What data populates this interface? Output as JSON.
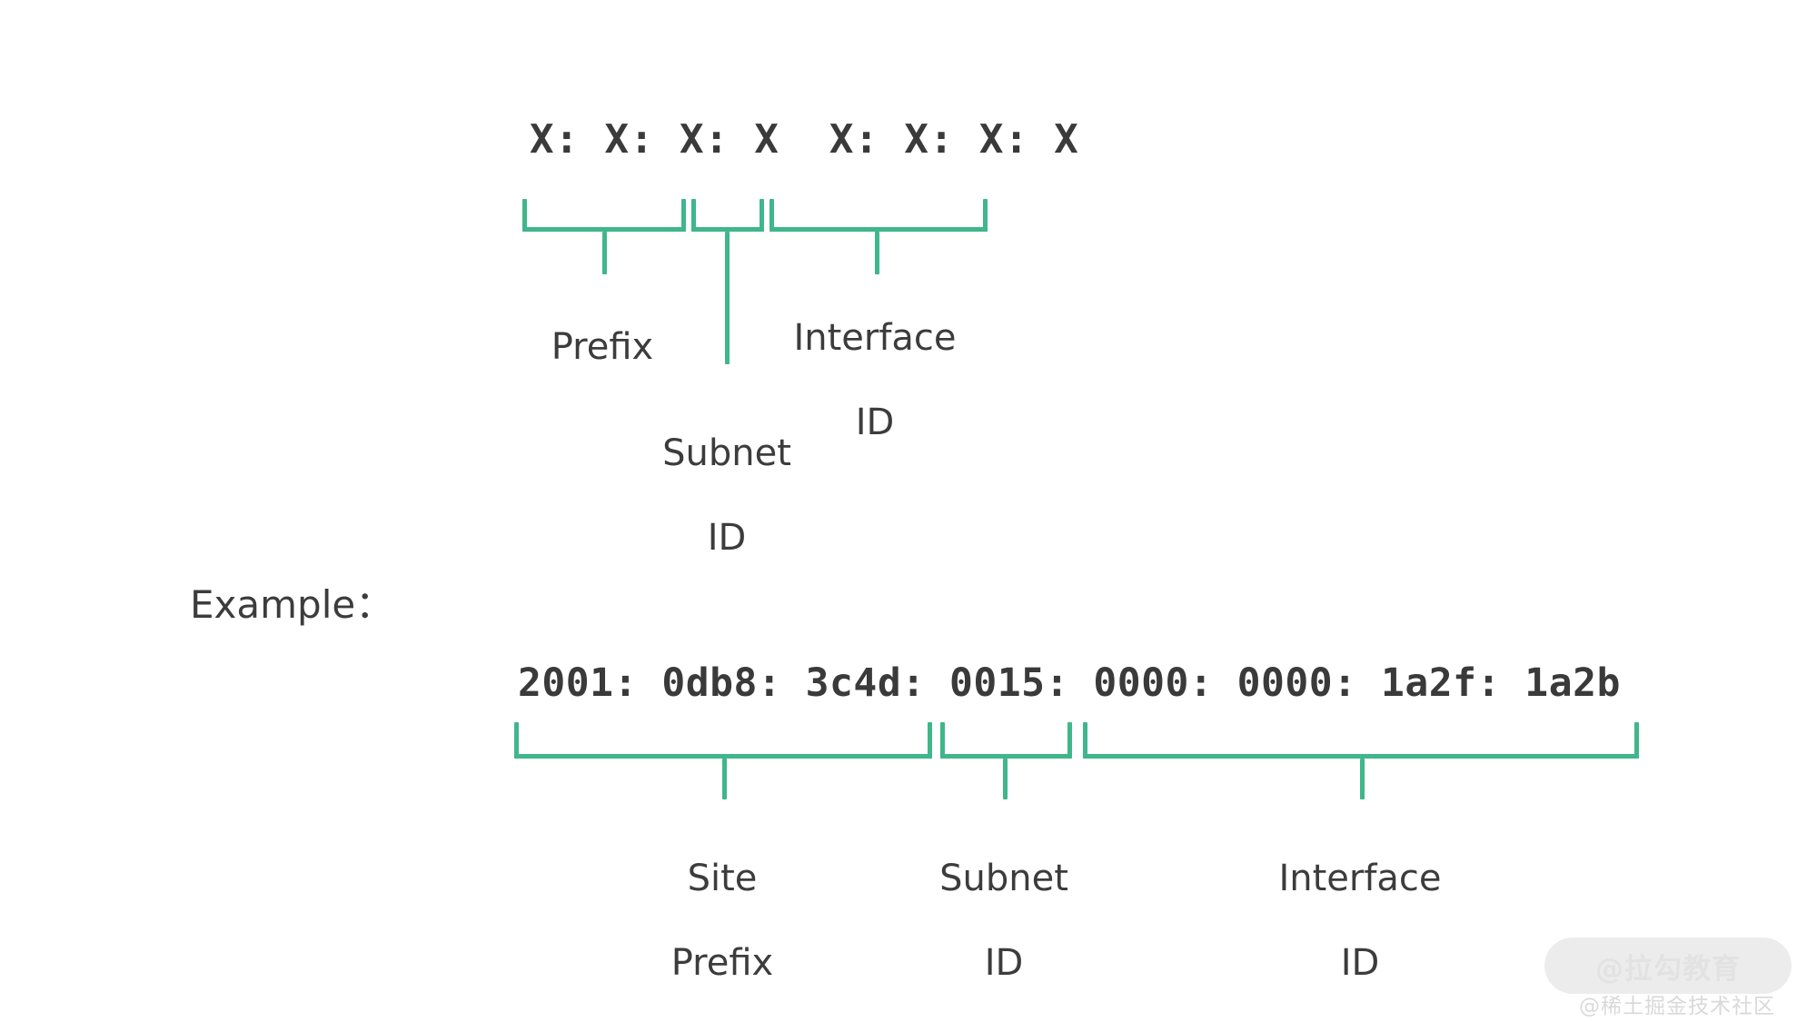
{
  "diagram": {
    "title_format": "X: X: X: X  X: X: X: X",
    "example_label": "Example：",
    "example_address": "2001: 0db8: 3c4d: 0015: 0000: 0000: 1a2f: 1a2b",
    "accent_color": "#3fb68b",
    "text_color": "#3c3c3c",
    "background_color": "#ffffff",
    "format_sections": [
      {
        "id": "prefix",
        "label": "Prefix",
        "label_line1": "Prefix",
        "label_line2": ""
      },
      {
        "id": "subnet-id",
        "label": "Subnet ID",
        "label_line1": "Subnet",
        "label_line2": "ID"
      },
      {
        "id": "interface-id",
        "label": "Interface ID",
        "label_line1": "Interface",
        "label_line2": "ID"
      }
    ],
    "example_sections": [
      {
        "id": "site-prefix",
        "label": "Site Prefix",
        "label_line1": "Site",
        "label_line2": "Prefix"
      },
      {
        "id": "subnet-id",
        "label": "Subnet ID",
        "label_line1": "Subnet",
        "label_line2": "ID"
      },
      {
        "id": "interface-id",
        "label": "Interface ID",
        "label_line1": "Interface",
        "label_line2": "ID"
      }
    ]
  },
  "watermark": {
    "badge": "@拉勾教育",
    "footer": "@稀土掘金技术社区"
  }
}
